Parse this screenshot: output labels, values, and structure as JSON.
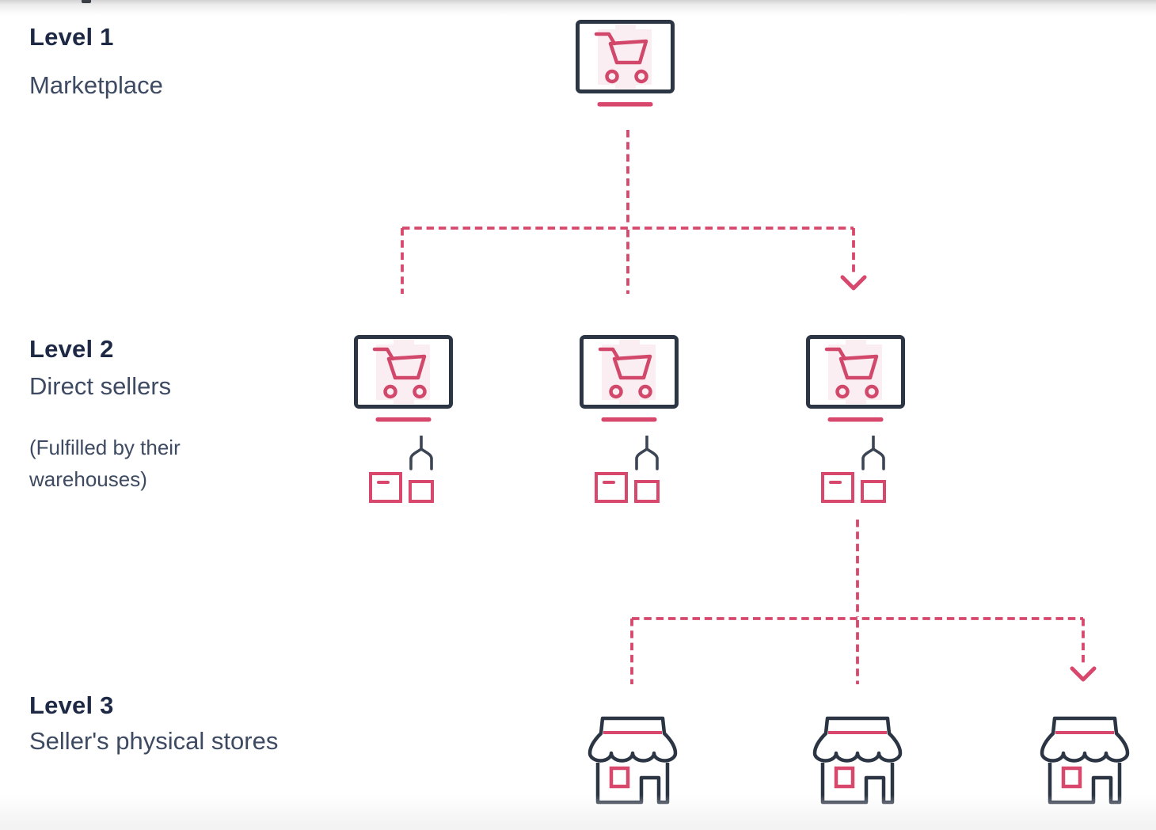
{
  "diagram": {
    "levels": [
      {
        "title": "Level 1",
        "subtitle": "Marketplace",
        "note": "",
        "node_count": 1,
        "node_icon": "monitor-with-shopping-cart"
      },
      {
        "title": "Level 2",
        "subtitle": "Direct sellers",
        "note": "(Fulfilled by their warehouses)",
        "node_count": 3,
        "node_icon": "monitor-with-shopping-cart-plus-claw-and-boxes"
      },
      {
        "title": "Level 3",
        "subtitle": "Seller's physical stores",
        "note": "",
        "node_count": 3,
        "node_icon": "storefront-with-awning"
      }
    ],
    "connections": [
      {
        "from": "marketplace",
        "to": "direct-sellers",
        "branches": 3,
        "style": "dashed",
        "arrowhead_on_branch": 3
      },
      {
        "from": "direct-seller-3",
        "to": "sellers-physical-stores",
        "branches": 3,
        "style": "dashed",
        "arrowhead_on_branch": 3
      }
    ]
  },
  "colors": {
    "accent_pink": "#d7486c",
    "light_pink_fill": "#faeef2",
    "icon_navy": "#2b3544",
    "claw_slate": "#3c4553",
    "title_text": "#1e2a45",
    "body_text": "#3d4a61"
  }
}
